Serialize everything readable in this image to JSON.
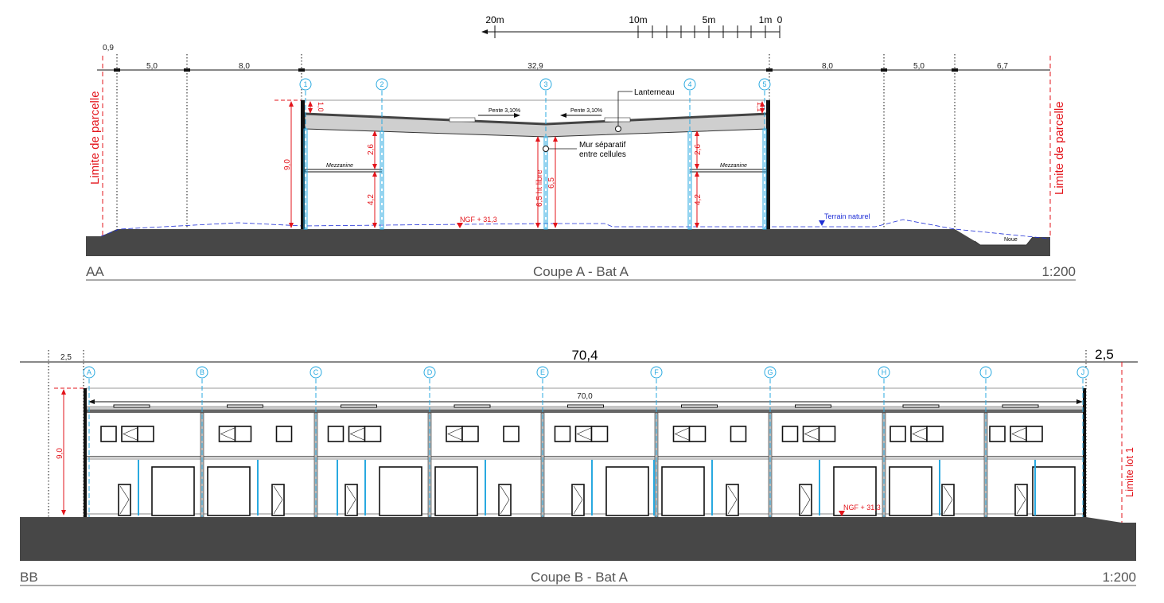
{
  "scale_bar": {
    "labels": [
      "20m",
      "10m",
      "5m",
      "1m",
      "0"
    ]
  },
  "section_a": {
    "code": "AA",
    "title": "Coupe A - Bat A",
    "scale": "1:200",
    "parcel_limit_left": "Limite de parcelle",
    "parcel_limit_right": "Limite de parcelle",
    "top_dims": [
      "0,9",
      "5,0",
      "8,0",
      "32,9",
      "8,0",
      "5,0",
      "6,7"
    ],
    "grid_labels": [
      "1",
      "2",
      "3",
      "4",
      "5"
    ],
    "heights": {
      "total": "9,0",
      "left_parapet": "1,0",
      "right_parapet": "1,1",
      "upper_left": "2,6",
      "lower_left": "4,2",
      "upper_right": "2,6",
      "lower_right": "4,2",
      "clear": "6,5 ht libre",
      "mid": "6,5"
    },
    "slope_left": "Pente 3,10%",
    "slope_right": "Pente 3,10%",
    "skylight": "Lanterneau",
    "wall_note_1": "Mur séparatif",
    "wall_note_2": "entre cellules",
    "mezzanine_left": "Mezzanine",
    "mezzanine_right": "Mezzanine",
    "level": "NGF + 31,3",
    "terrain": "Terrain naturel",
    "ditch": "Noue"
  },
  "section_b": {
    "code": "BB",
    "title": "Coupe B - Bat A",
    "scale": "1:200",
    "dim_left": "2,5",
    "dim_total": "70,4",
    "dim_right": "2,5",
    "dim_inner": "70,0",
    "height": "9,0",
    "lot_limit": "Limite lot 1",
    "level": "NGF + 31,3",
    "grid_labels": [
      "A",
      "B",
      "C",
      "D",
      "E",
      "F",
      "G",
      "H",
      "I",
      "J"
    ]
  },
  "colors": {
    "dimension_red": "#e3141b",
    "grid_blue": "#29a9e0",
    "terrain_blue": "#1f2fd6",
    "ground": "#474747"
  }
}
